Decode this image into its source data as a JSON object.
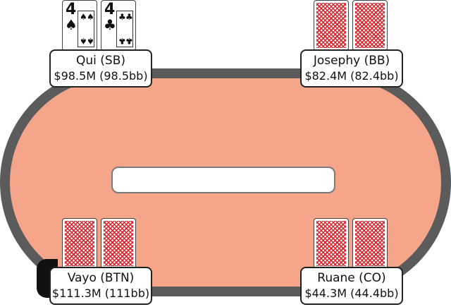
{
  "colors": {
    "felt": "#f4a58a",
    "rail": "#5b5b5b",
    "card_back": "#d9262c"
  },
  "players": [
    {
      "seat": "sb",
      "name": "Qui (SB)",
      "stack": "$98.5M (98.5bb)",
      "cards": [
        {
          "rank": "4",
          "suit": "♠"
        },
        {
          "rank": "4",
          "suit": "♣"
        }
      ]
    },
    {
      "seat": "bb",
      "name": "Josephy (BB)",
      "stack": "$82.4M (82.4bb)",
      "cards": "hidden"
    },
    {
      "seat": "btn",
      "name": "Vayo (BTN)",
      "stack": "$111.3M (111bb)",
      "cards": "hidden"
    },
    {
      "seat": "co",
      "name": "Ruane (CO)",
      "stack": "$44.3M (44.4bb)",
      "cards": "hidden"
    }
  ]
}
